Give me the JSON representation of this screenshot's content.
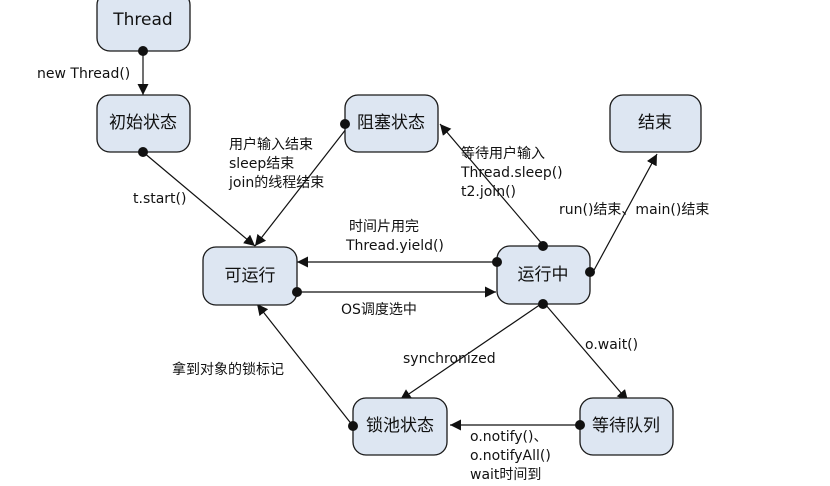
{
  "nodes": {
    "thread": "Thread",
    "init": "初始状态",
    "blocked": "阻塞状态",
    "end": "结束",
    "runnable": "可运行",
    "running": "运行中",
    "lockpool": "锁池状态",
    "waitqueue": "等待队列"
  },
  "edges": {
    "new_thread": "new Thread()",
    "start": "t.start()",
    "blocked_to_runnable": [
      "用户输入结束",
      "sleep结束",
      "join的线程结束"
    ],
    "running_to_blocked": [
      "等待用户输入",
      "Thread.sleep()",
      "t2.join()"
    ],
    "running_to_end": "run()结束、main()结束",
    "yield": [
      "时间片用完",
      "Thread.yield()"
    ],
    "schedule": "OS调度选中",
    "synchronized": "synchronized",
    "wait": "o.wait()",
    "lock_acquired": "拿到对象的锁标记",
    "notify": [
      "o.notify()、",
      "o.notifyAll()",
      "wait时间到"
    ]
  }
}
